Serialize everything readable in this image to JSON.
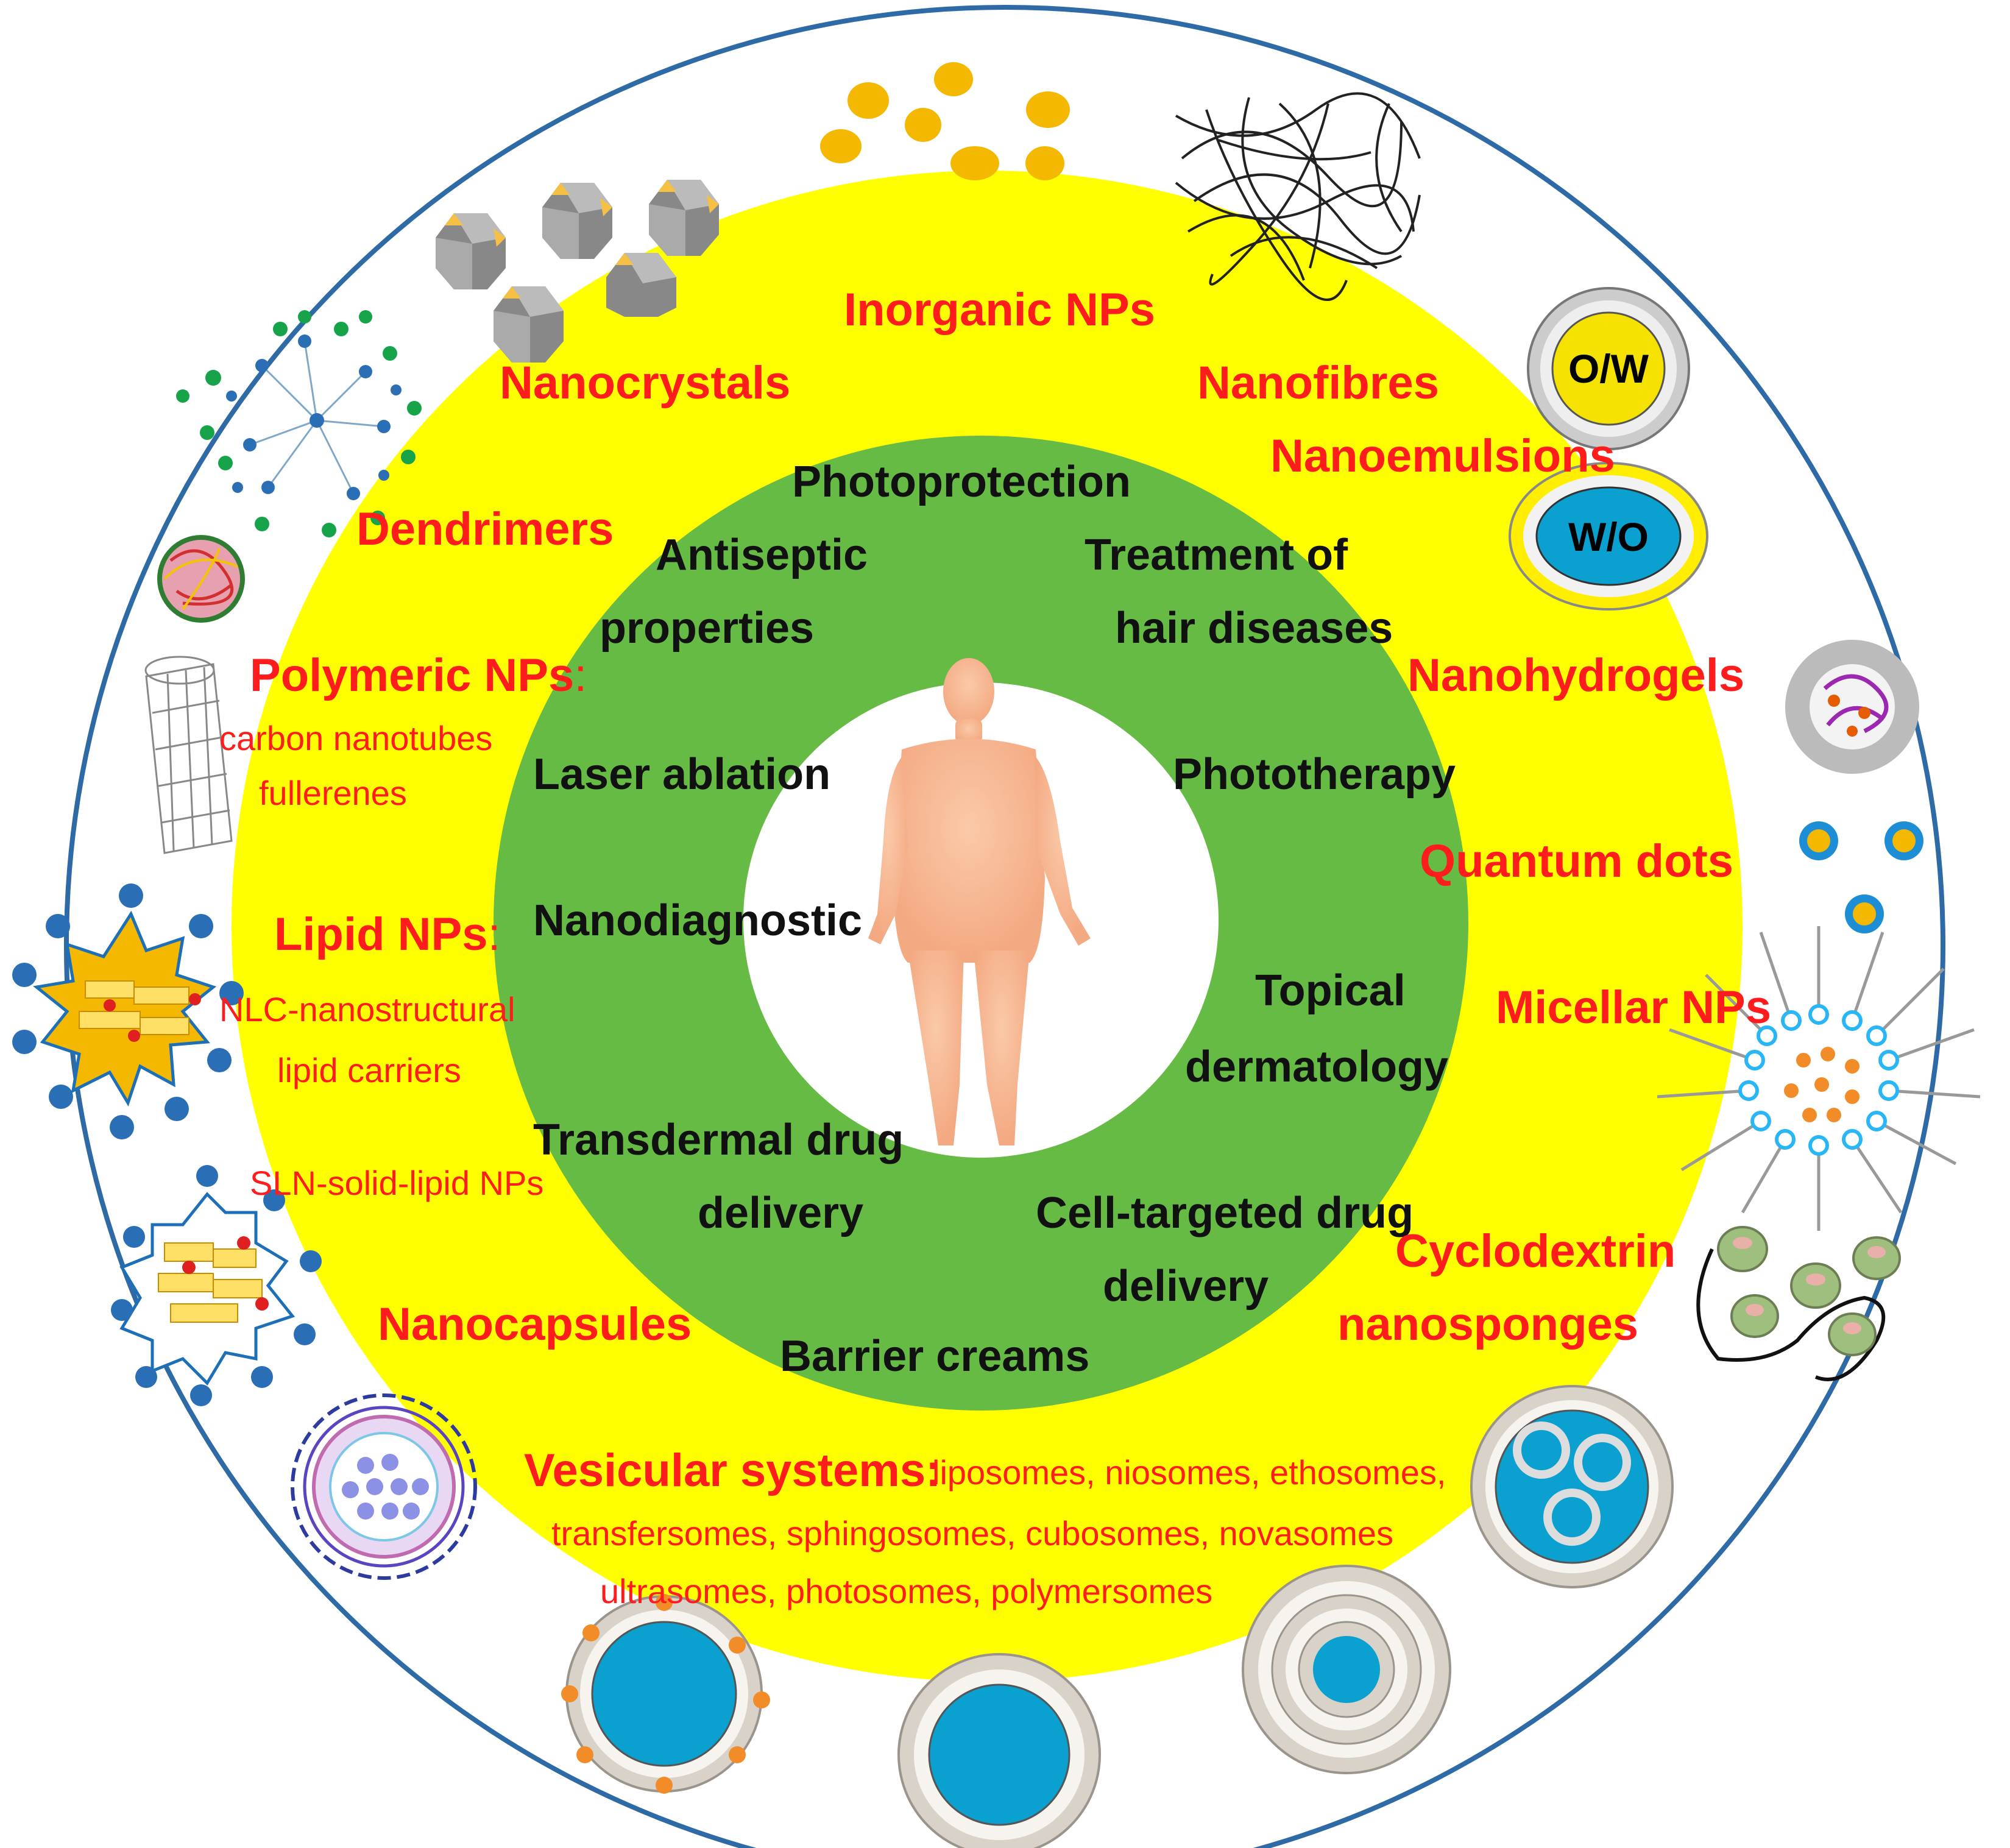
{
  "colors": {
    "outer_ring_border": "#2e6aa6",
    "yellow_ring": "#ffff00",
    "green_ring": "#66bb44",
    "center": "#ffffff",
    "nanoparticle_label": "#ff1c1c",
    "application_label": "#111111",
    "body_skin": "#f7b894"
  },
  "center_figure": {
    "icon": "human-body-icon"
  },
  "applications": {
    "photoprotection": "Photoprotection",
    "antiseptic_line1": "Antiseptic",
    "antiseptic_line2": "properties",
    "hair_line1": "Treatment of",
    "hair_line2": "hair diseases",
    "laser_ablation": "Laser ablation",
    "phototherapy": "Phototherapy",
    "nanodiagnostic": "Nanodiagnostic",
    "topical_line1": "Topical",
    "topical_line2": "dermatology",
    "transdermal_line1": "Transdermal drug",
    "transdermal_line2": "delivery",
    "cell_targeted_line1": "Cell-targeted drug",
    "cell_targeted_line2": "delivery",
    "barrier_creams": "Barrier creams"
  },
  "nanoparticles": {
    "inorganic": "Inorganic NPs",
    "nanocrystals": "Nanocrystals",
    "nanofibres": "Nanofibres",
    "nanoemulsions": "Nanoemulsions",
    "dendrimers": "Dendrimers",
    "polymeric": "Polymeric NPs",
    "polymeric_colon": ":",
    "carbon_nanotubes": "carbon nanotubes",
    "fullerenes": "fullerenes",
    "nanohydrogels": "Nanohydrogels",
    "quantum_dots": "Quantum dots",
    "lipid": "Lipid NPs",
    "lipid_colon": ":",
    "nlc_line1": "NLC-nanostructural",
    "nlc_line2": "lipid carriers",
    "sln": "SLN-solid-lipid NPs",
    "micellar": "Micellar NPs",
    "cyclodextrin_line1": "Cyclodextrin",
    "cyclodextrin_line2": "nanosponges",
    "nanocapsules": "Nanocapsules",
    "vesicular_title": "Vesicular systems:",
    "vesicular_line1": "liposomes, niosomes,  ethosomes,",
    "vesicular_line2": "transfersomes, sphingosomes, cubosomes, novasomes",
    "vesicular_line3": "ultrasomes, photosomes, polymersomes"
  },
  "emulsion_labels": {
    "ow": "O/W",
    "wo": "W/O"
  },
  "icons": [
    "inorganic-nanoparticles-icon",
    "nanocrystal-icon",
    "nanofibre-icon",
    "oil-in-water-emulsion-icon",
    "water-in-oil-emulsion-icon",
    "dendrimer-icon",
    "polymeric-nanoparticle-icon",
    "carbon-nanotube-icon",
    "nanohydrogel-icon",
    "quantum-dot-icon",
    "nanostructured-lipid-carrier-icon",
    "solid-lipid-nanoparticle-icon",
    "micelle-icon",
    "cyclodextrin-nanosponge-icon",
    "nanocapsule-icon",
    "multivesicular-liposome-icon",
    "liposome-icon",
    "multilamellar-vesicle-icon"
  ]
}
